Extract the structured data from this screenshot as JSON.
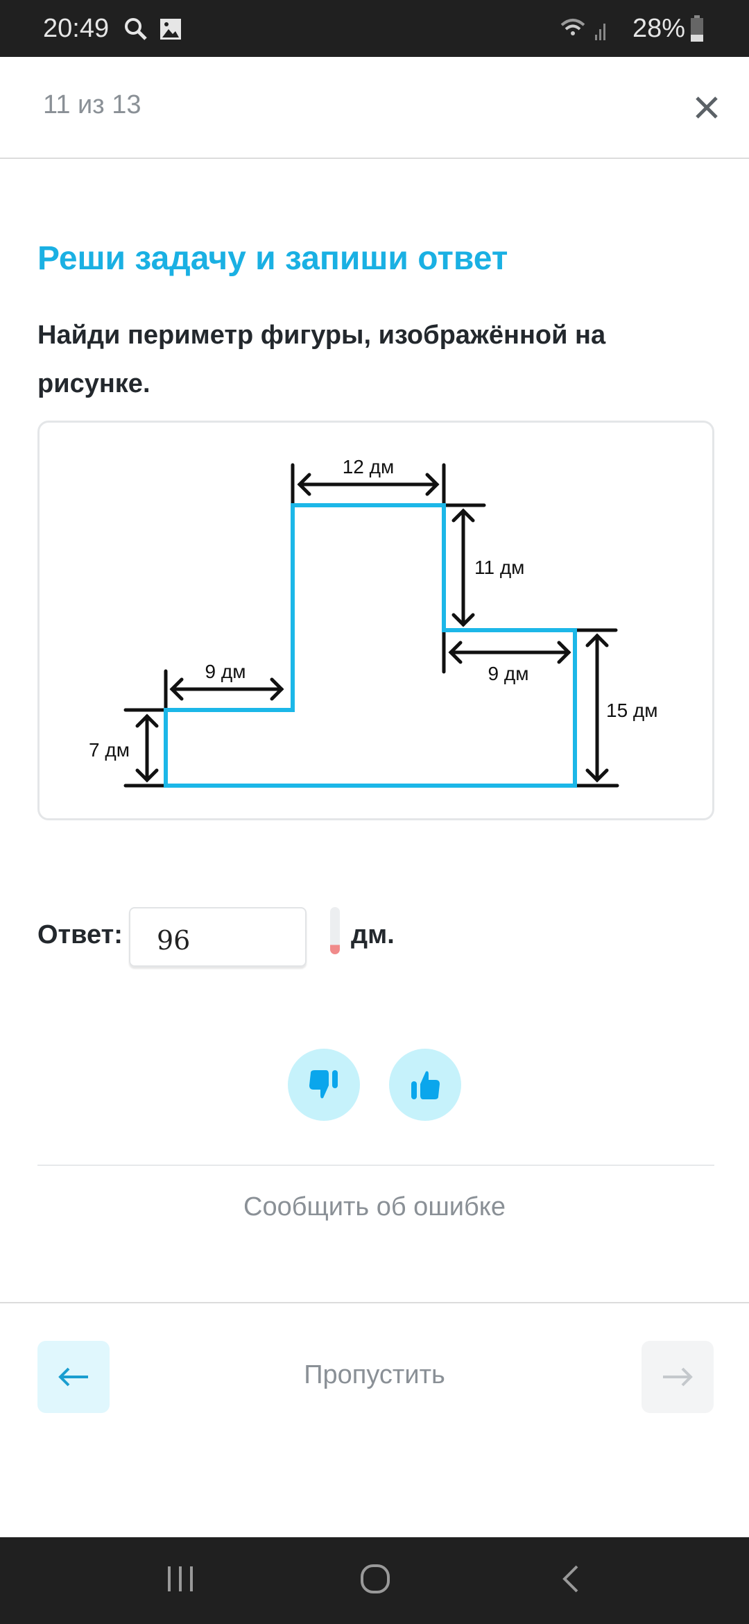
{
  "status_bar": {
    "time": "20:49",
    "battery": "28%"
  },
  "header": {
    "progress": "11 из 13"
  },
  "task": {
    "title": "Реши задачу и запиши ответ",
    "question_line1": "Найди периметр фигуры, изображённой на",
    "question_line2": "рисунке."
  },
  "figure": {
    "labels": {
      "top": "12 дм",
      "right_upper": "11 дм",
      "right_step": "9 дм",
      "right": "15 дм",
      "left_step": "9 дм",
      "left": "7 дм"
    },
    "shape_color": "#1cb7e8"
  },
  "answer": {
    "label": "Ответ:",
    "value": "96",
    "unit": "дм."
  },
  "report_link": "Сообщить об ошибке",
  "footer": {
    "skip_label": "Пропустить"
  },
  "colors": {
    "accent": "#1ab0e3",
    "feedback_bg": "#c6f2fb",
    "icon_blue": "#0aa6ec"
  }
}
